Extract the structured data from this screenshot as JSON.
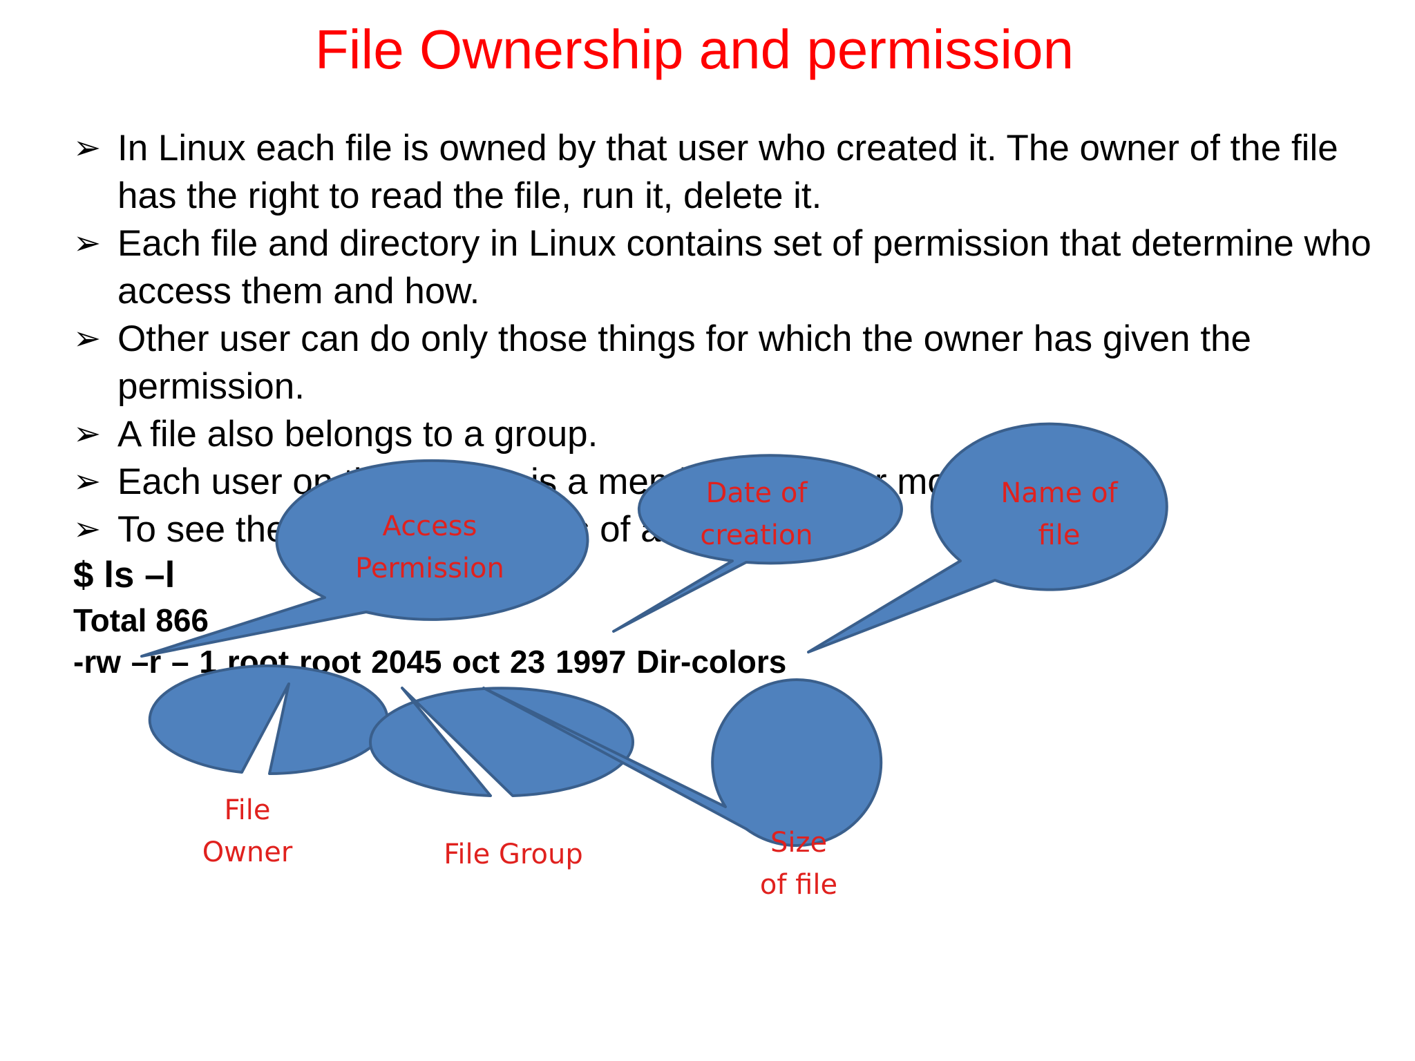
{
  "slide": {
    "title": "File Ownership and permission",
    "bullets": [
      "In Linux each file is owned by that user who created it. The owner of the file has the right to read the file, run it, delete it.",
      "Each file and directory in Linux contains set of permission that determine who access them and how.",
      "Other user can do only those things for which the owner has given the permission.",
      "A file also belongs to a group.",
      "Each user on the system is a member of one or more groups.",
      "To see the permission details of a file use"
    ],
    "bullet_marker": "arrow-bullet-icon",
    "command": "$ ls –l",
    "total_line": "Total 866",
    "listing_line": "-rw –r –  1  root root 2045 oct 23 1997 Dir-colors"
  },
  "callouts": {
    "access_permission": [
      "Access",
      "Permission"
    ],
    "date_of_creation": [
      "Date of",
      "creation"
    ],
    "name_of_file": [
      "Name of",
      "file"
    ],
    "file_owner": [
      "File",
      "Owner"
    ],
    "file_group": [
      "File Group"
    ],
    "size_of_file": [
      "Size",
      "of file"
    ]
  },
  "colors": {
    "title": "#ff0000",
    "callout_fill": "#4f81bd",
    "callout_stroke": "#3a5f8c",
    "callout_text": "#e0211e"
  }
}
